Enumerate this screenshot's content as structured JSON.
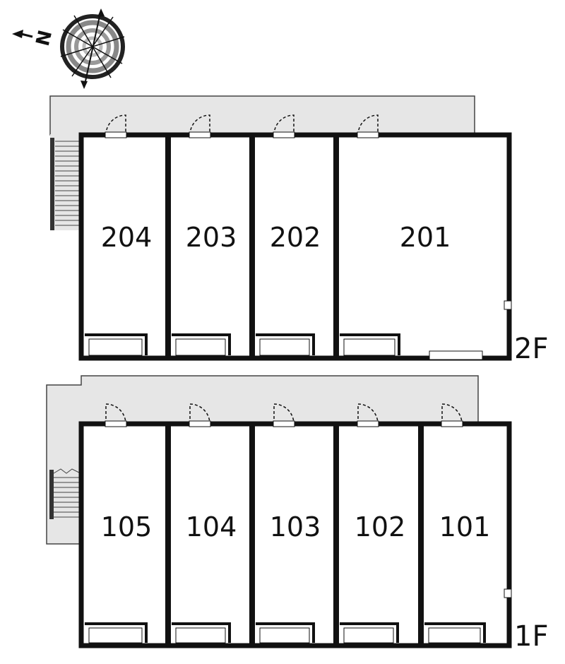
{
  "compass": {
    "icon": "north-arrow-icon",
    "letter": "N"
  },
  "floors": [
    {
      "id": "2F",
      "label": "2F",
      "units": [
        {
          "id": "204",
          "label": "204"
        },
        {
          "id": "203",
          "label": "203"
        },
        {
          "id": "202",
          "label": "202"
        },
        {
          "id": "201",
          "label": "201"
        }
      ]
    },
    {
      "id": "1F",
      "label": "1F",
      "units": [
        {
          "id": "105",
          "label": "105"
        },
        {
          "id": "104",
          "label": "104"
        },
        {
          "id": "103",
          "label": "103"
        },
        {
          "id": "102",
          "label": "102"
        },
        {
          "id": "101",
          "label": "101"
        }
      ]
    }
  ],
  "colors": {
    "wall": "#111111",
    "corridor": "#e5e5e5",
    "background": "#ffffff"
  }
}
